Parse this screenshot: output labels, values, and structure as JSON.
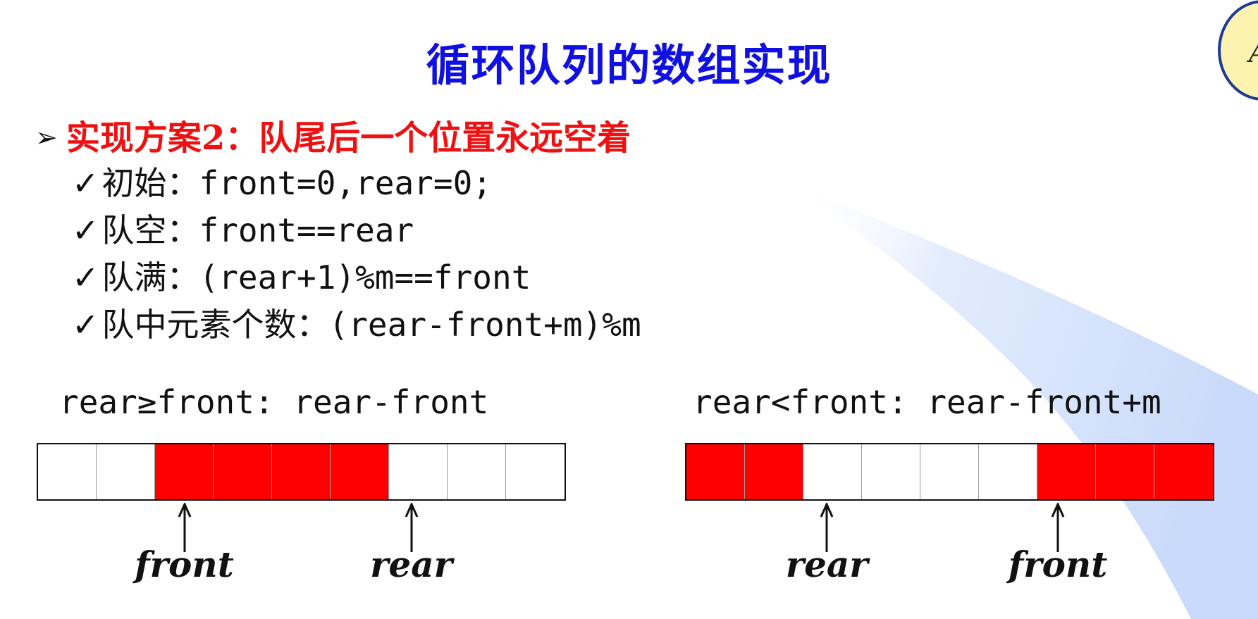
{
  "title": "循环队列的数组实现",
  "scheme": {
    "bullet": "➢",
    "text": "实现方案2：队尾后一个位置永远空着"
  },
  "rules": [
    {
      "check": "✓",
      "label": "初始：",
      "expr": "front=0,rear=0;"
    },
    {
      "check": "✓",
      "label": "队空：",
      "expr": "front==rear"
    },
    {
      "check": "✓",
      "label": "队满：",
      "expr": "(rear+1)%m==front"
    },
    {
      "check": "✓",
      "label": "队中元素个数：",
      "expr": "(rear-front+m)%m"
    }
  ],
  "cases": [
    {
      "label": "rear≥front: rear-front",
      "cells": [
        false,
        false,
        true,
        true,
        true,
        true,
        false,
        false,
        false
      ],
      "pointers": [
        {
          "name": "front",
          "cell_boundary": 2.5
        },
        {
          "name": "rear",
          "cell_boundary": 6.38
        }
      ]
    },
    {
      "label": "rear<front: rear-front+m",
      "cells": [
        true,
        true,
        false,
        false,
        false,
        false,
        true,
        true,
        true
      ],
      "pointers": [
        {
          "name": "rear",
          "cell_boundary": 2.4
        },
        {
          "name": "front",
          "cell_boundary": 6.35
        }
      ]
    }
  ],
  "corner_badge": {
    "letter": "A"
  },
  "colors": {
    "title": "#1010e0",
    "scheme": "#ee1111",
    "filled_cell": "#ff0000",
    "badge_fill": "#fdf3b0",
    "badge_border": "#1f3a93",
    "background_wedge": "#cfe0fb"
  }
}
